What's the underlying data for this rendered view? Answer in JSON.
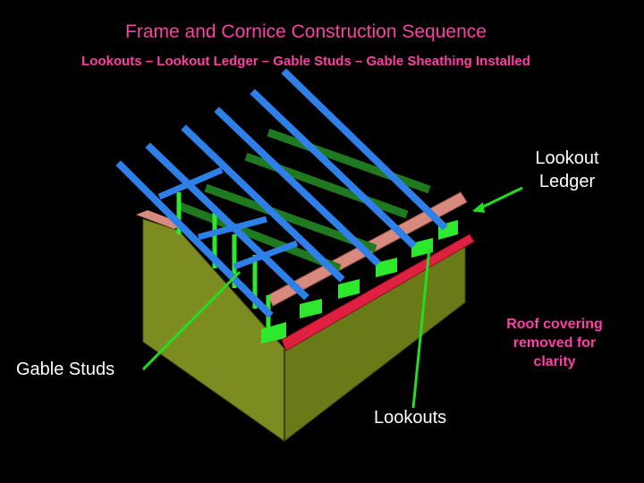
{
  "title": "Frame and Cornice Construction Sequence",
  "subtitle": "Lookouts – Lookout  Ledger – Gable Studs – Gable Sheathing Installed",
  "callouts": {
    "lookout_ledger_line1": "Lookout",
    "lookout_ledger_line2": "Ledger",
    "gable_studs": "Gable Studs",
    "lookouts": "Lookouts",
    "note_line1": "Roof covering",
    "note_line2": "removed for",
    "note_line3": "clarity"
  },
  "colors": {
    "background": "#000000",
    "title": "#ff3fa6",
    "label_text": "#ffffff",
    "leader_line": "#22dd22",
    "rafter": "#2f7fe8",
    "gable_wall": "#7c8c20",
    "side_wall": "#6b7a18",
    "top_plate": "#d98a7e",
    "fascia": "#e02040",
    "stud": "#2ee82e",
    "ridge_brace": "#1f7a1f"
  }
}
